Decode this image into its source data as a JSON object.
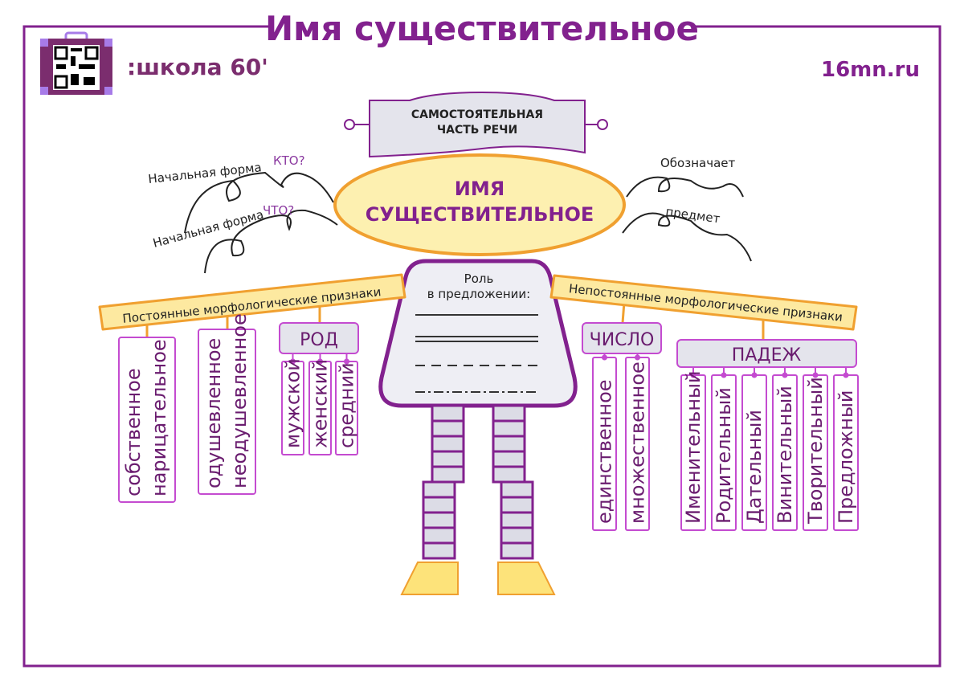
{
  "title": "Имя существительное",
  "logo": {
    "brand": ":школа 60'",
    "icon": "qr-code-suitcase-icon"
  },
  "site": "16mn.ru",
  "banner": {
    "line1": "САМОСТОЯТЕЛЬНАЯ",
    "line2": "ЧАСТЬ РЕЧИ"
  },
  "center": {
    "line1": "ИМЯ",
    "line2": "СУЩЕСТВИТЕЛЬНОЕ"
  },
  "left_notes": [
    {
      "label": "Начальная форма",
      "question": "КТО?"
    },
    {
      "label": "Начальная форма",
      "question": "ЧТО?"
    }
  ],
  "right_notes": [
    "Обозначает",
    "предмет"
  ],
  "body": {
    "line1": "Роль",
    "line2": "в предложении:"
  },
  "constant": {
    "label": "Постоянные морфологические признаки",
    "card1": [
      "собственное",
      "нарицательное"
    ],
    "card2": [
      "одушевленное",
      "неодушевленное"
    ],
    "gender": {
      "label": "РОД",
      "items": [
        "мужской",
        "женский",
        "средний"
      ]
    }
  },
  "variable": {
    "label": "Непостоянные морфологические признаки",
    "number": {
      "label": "ЧИСЛО",
      "items": [
        "единственное",
        "множественное"
      ]
    },
    "case": {
      "label": "ПАДЕЖ",
      "items": [
        "Именительный",
        "Родительный",
        "Дательный",
        "Винительный",
        "Творительный",
        "Предложный"
      ]
    }
  },
  "colors": {
    "purple": "#82218e",
    "orange": "#f0a030",
    "yellow": "#fdf0b0",
    "gray": "#e4e4ec",
    "pink": "#c44bd0"
  }
}
